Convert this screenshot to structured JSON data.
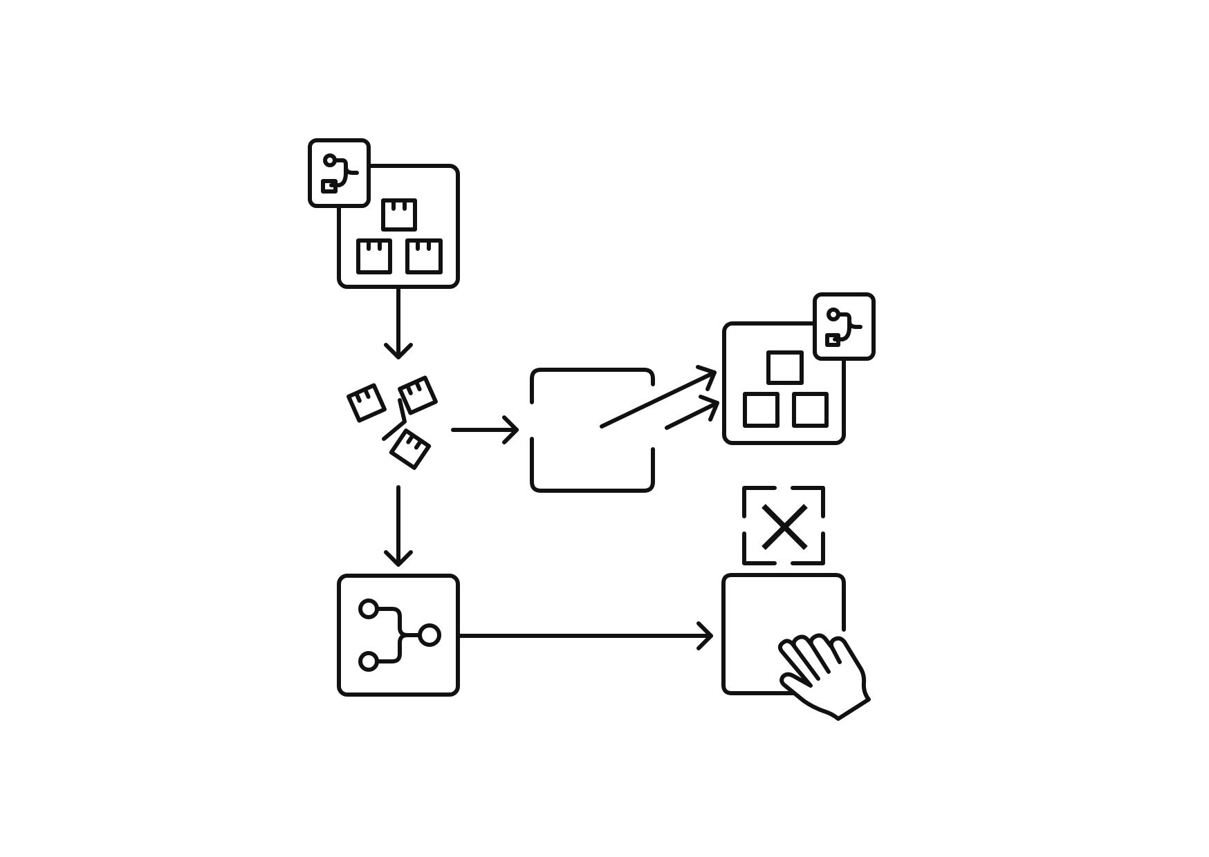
{
  "diagram": {
    "type": "flow-diagram",
    "line_color": "#111111",
    "background_color": "#ffffff",
    "nodes": [
      {
        "id": "packaged-module",
        "icons": [
          "workflow-badge-icon",
          "three-box-grid-icon"
        ]
      },
      {
        "id": "scattered-parts",
        "icons": [
          "scattered-boxes-icon"
        ]
      },
      {
        "id": "open-container",
        "icons": [
          "open-frame-icon"
        ]
      },
      {
        "id": "reassembled-module",
        "icons": [
          "workflow-badge-icon",
          "three-box-grid-icon"
        ]
      },
      {
        "id": "workflow",
        "icons": [
          "workflow-branch-icon"
        ]
      },
      {
        "id": "rejected-target",
        "icons": [
          "close-x-icon",
          "viewfinder-icon"
        ]
      },
      {
        "id": "manual-handling",
        "icons": [
          "hand-icon"
        ]
      }
    ],
    "edges": [
      {
        "from": "packaged-module",
        "to": "scattered-parts",
        "style": "arrow"
      },
      {
        "from": "scattered-parts",
        "to": "open-container",
        "style": "arrow"
      },
      {
        "from": "open-container",
        "to": "reassembled-module",
        "style": "double-arrow"
      },
      {
        "from": "scattered-parts",
        "to": "workflow",
        "style": "arrow"
      },
      {
        "from": "workflow",
        "to": "manual-handling",
        "style": "arrow"
      }
    ]
  }
}
